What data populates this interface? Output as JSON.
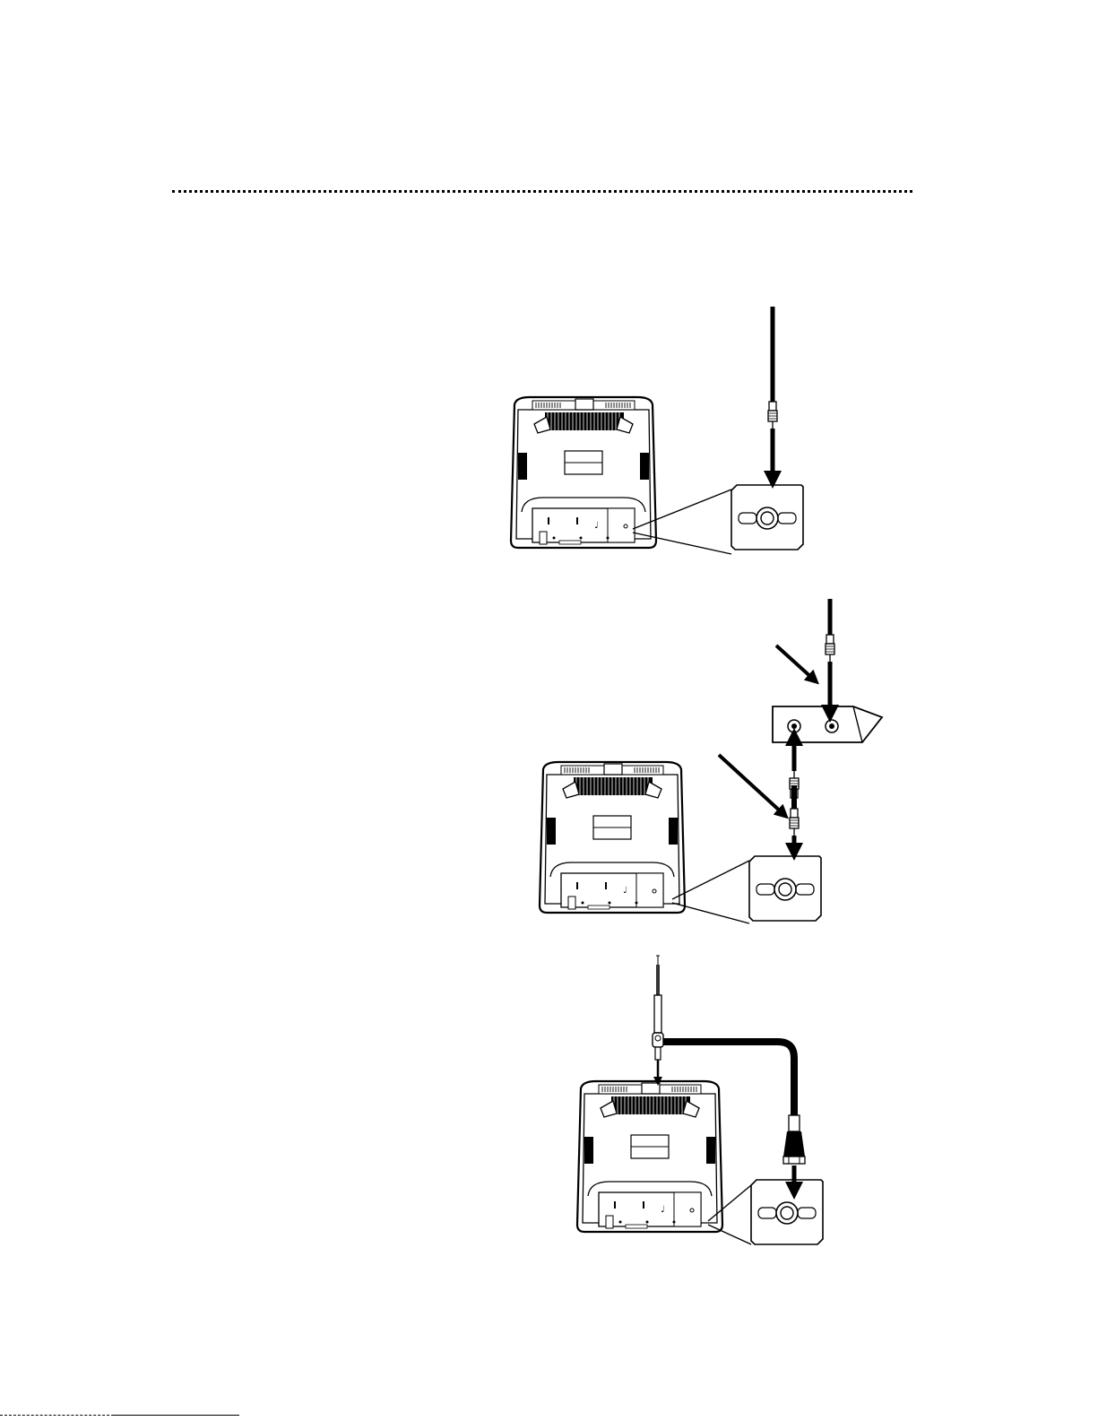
{
  "page": {
    "background": "#ffffff",
    "ink": "#000000"
  },
  "figures": [
    {
      "id": "antenna-cable-direct",
      "icon": "tv-rear-with-cable-connection"
    },
    {
      "id": "cable-box-connection",
      "icon": "tv-rear-with-cable-box"
    },
    {
      "id": "rabbit-ear-antenna",
      "icon": "tv-rear-with-telescopic-antenna"
    }
  ]
}
